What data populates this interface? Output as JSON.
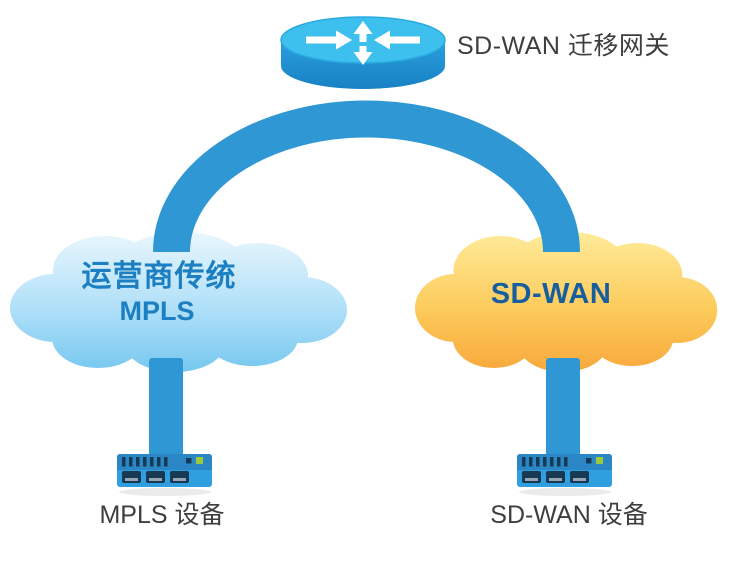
{
  "diagram": {
    "gateway": {
      "label": "SD-WAN 迁移网关",
      "icon": "router-cylinder-icon"
    },
    "mpls_cloud": {
      "line1": "运营商传统",
      "line2": "MPLS"
    },
    "sdwan_cloud": {
      "label": "SD-WAN"
    },
    "mpls_device": {
      "label": "MPLS 设备",
      "icon": "switch-icon"
    },
    "sdwan_device": {
      "label": "SD-WAN 设备",
      "icon": "switch-icon"
    },
    "colors": {
      "link_blue": "#2F97D4",
      "router_top": "#3DC0EE",
      "router_rim": "#2BAADF",
      "router_side_top": "#2A9FDE",
      "router_side_bottom": "#1881C4",
      "cloud_blue_top": "#E9F6FD",
      "cloud_blue_mid": "#AEDFF8",
      "cloud_blue_bottom": "#74C7EF",
      "cloud_yellow_top": "#FFEC9C",
      "cloud_yellow_mid": "#FCCB5B",
      "cloud_yellow_bottom": "#F8A73B",
      "mpls_text": "#1B7FC2",
      "sdwan_text": "#175E9E",
      "label_text": "#3E3E3E",
      "device_body": "#2F9FE0",
      "device_top": "#2A86C4",
      "device_dark": "#173954",
      "device_green": "#9ACB3C",
      "device_port_lip": "#95A5B2"
    }
  }
}
